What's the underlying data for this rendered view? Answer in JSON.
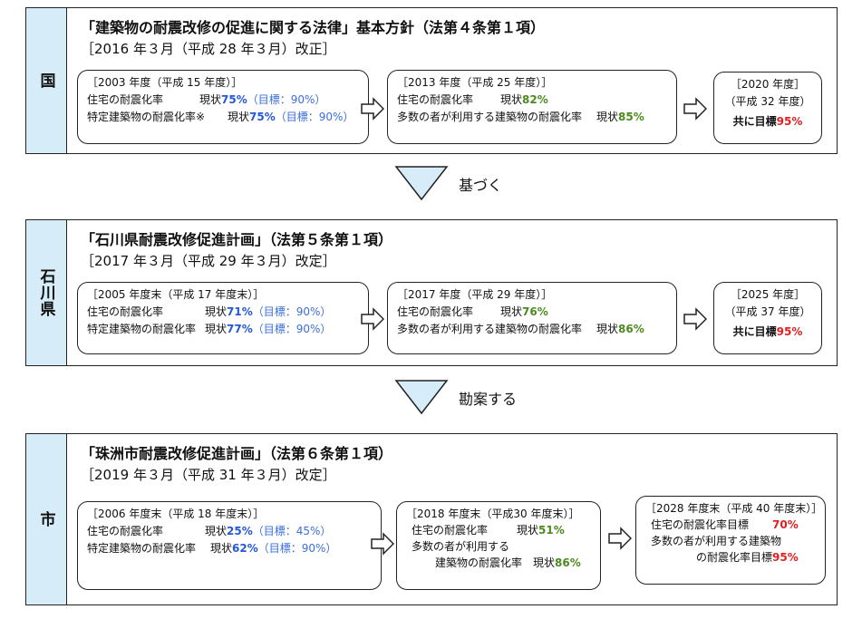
{
  "sections": [
    {
      "label": "国",
      "title": "「建築物の耐震改修の促進に関する法律」基本方針（法第４条第１項）",
      "subtitle": "［2016 年３月（平成 28 年３月）改正］",
      "boxes": [
        {
          "header": "［2003 年度（平成 15 年度）］",
          "rows": [
            {
              "label": "住宅の耐震化率",
              "status_label": "現状",
              "status": "75%",
              "target": "（目標：90%）"
            },
            {
              "label": "特定建築物の耐震化率※",
              "status_label": "現状",
              "status": "75%",
              "target": "（目標：90%）"
            }
          ]
        },
        {
          "header": "［2013 年度（平成 25 年度）］",
          "rows": [
            {
              "label": "住宅の耐震化率",
              "status_label": "現状",
              "status": "82%"
            },
            {
              "label": "多数の者が利用する建築物の耐震化率",
              "status_label": "現状",
              "status": "85%"
            }
          ]
        },
        {
          "header": "［2020 年度］",
          "header2": "（平成 32 年度）",
          "goal_label": "共に目標",
          "goal": "95%"
        }
      ]
    },
    {
      "label": "石川県",
      "title": "「石川県耐震改修促進計画」（法第５条第１項）",
      "subtitle": "［2017 年３月（平成 29 年３月）改定］",
      "boxes": [
        {
          "header": "［2005 年度末（平成 17 年度末）］",
          "rows": [
            {
              "label": "住宅の耐震化率",
              "status_label": "現状",
              "status": "71%",
              "target": "（目標：90%）"
            },
            {
              "label": "特定建築物の耐震化率",
              "status_label": "現状",
              "status": "77%",
              "target": "（目標：90%）"
            }
          ]
        },
        {
          "header": "［2017 年度（平成 29 年度）］",
          "rows": [
            {
              "label": "住宅の耐震化率",
              "status_label": "現状",
              "status": "76%"
            },
            {
              "label": "多数の者が利用する建築物の耐震化率",
              "status_label": "現状",
              "status": "86%"
            }
          ]
        },
        {
          "header": "［2025 年度］",
          "header2": "（平成 37 年度）",
          "goal_label": "共に目標",
          "goal": "95%"
        }
      ]
    },
    {
      "label": "市",
      "title": "「珠洲市耐震改修促進計画」（法第６条第１項）",
      "subtitle": "［2019 年３月（平成 31 年３月）改定］",
      "boxes": [
        {
          "header": "［2006 年度末（平成 18 年度末）］",
          "rows": [
            {
              "label": "住宅の耐震化率",
              "status_label": "現状",
              "status": "25%",
              "target": "（目標：45%）"
            },
            {
              "label": "特定建築物の耐震化率",
              "status_label": "現状",
              "status": "62%",
              "target": "（目標：90%）"
            }
          ]
        },
        {
          "header": "［2018 年度末（平成30 年度末）］",
          "line1_label": "住宅の耐震化率",
          "line1_status_label": "現状",
          "line1_status": "51%",
          "line2": "多数の者が利用する",
          "line3_label": "建築物の耐震化率",
          "line3_status_label": "現状",
          "line3_status": "86%"
        },
        {
          "header": "［2028 年度末（平成 40 年度末）］",
          "line1_label": "住宅の耐震化率目標",
          "line1_goal": "70%",
          "line2": "多数の者が利用する建築物",
          "line3_label": "の耐震化率目標",
          "line3_goal": "95%"
        }
      ]
    }
  ],
  "connectors": [
    "基づく",
    "勘案する"
  ],
  "colors": {
    "label_bg": "#d6ecf8",
    "current": "#2458d6",
    "current2": "#4a8a1f",
    "goal": "#e02020",
    "triangle_fill": "#d6ecf8"
  }
}
